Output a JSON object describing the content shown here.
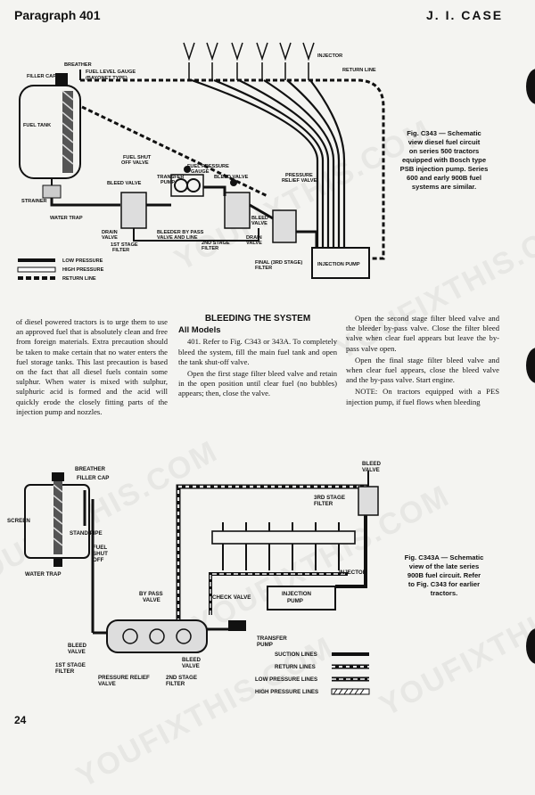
{
  "header": {
    "left": "Paragraph 401",
    "right": "J. I. CASE"
  },
  "page_number": "24",
  "watermark": "YOUFIXTHIS.COM",
  "fig1": {
    "labels": {
      "breather": "BREATHER",
      "filler_cap": "FILLER CAP",
      "fuel_level_gauge": "FUEL LEVEL GAUGE",
      "bayonet_type": "(BAYONET TYPE)",
      "fuel_tank": "FUEL TANK",
      "strainer": "STRAINER",
      "water_trap": "WATER TRAP",
      "fuel_shut_off": "FUEL SHUT",
      "fuel_shut_off2": "OFF VALVE",
      "bleed_valve": "BLEED VALVE",
      "transfer_pump": "TRANSFER",
      "transfer_pump2": "PUMP",
      "fuel_pressure_gauge": "FUEL PRESSURE",
      "fuel_pressure_gauge2": "GAUGE",
      "bleed_valve2": "BLEED VALVE",
      "pressure_relief": "PRESSURE",
      "pressure_relief2": "RELIEF VALVE",
      "injector": "INJECTOR",
      "return_line": "RETURN LINE",
      "drain_valve": "DRAIN",
      "drain_valve2": "VALVE",
      "bleeder_bypass": "BLEEDER BY PASS",
      "bleeder_bypass2": "VALVE AND LINE",
      "first_stage": "1ST STAGE",
      "first_stage2": "FILTER",
      "second_stage": "2ND STAGE",
      "second_stage2": "FILTER",
      "bleed_valve3": "BLEED",
      "bleed_valve3b": "VALVE",
      "drain_valve3": "DRAIN",
      "drain_valve3b": "VALVE",
      "final_filter": "FINAL (3RD STAGE)",
      "final_filter2": "FILTER",
      "injection_pump": "INJECTION PUMP"
    },
    "legend": [
      "LOW PRESSURE",
      "HIGH PRESSURE",
      "RETURN LINE"
    ],
    "caption": [
      "Fig. C343 — Schematic",
      "view diesel fuel circuit",
      "on series 500 tractors",
      "equipped with Bosch type",
      "PSB injection pump. Series",
      "600 and early 900B fuel",
      "systems are similar."
    ]
  },
  "text": {
    "col1": "of diesel powered tractors is to urge them to use an approved fuel that is absolutely clean and free from foreign materials. Extra precaution should be taken to make certain that no water enters the fuel storage tanks. This last precaution is based on the fact that all diesel fuels contain some sulphur. When water is mixed with sulphur, sulphuric acid is formed and the acid will quickly erode the closely fitting parts of the injection pump and nozzles.",
    "section_title": "BLEEDING THE SYSTEM",
    "subsection": "All Models",
    "col2_p1": "401. Refer to Fig. C343 or 343A. To completely bleed the system, fill the main fuel tank and open the tank shut-off valve.",
    "col2_p2": "Open the first stage filter bleed valve and retain in the open position until clear fuel (no bubbles) appears; then, close the valve.",
    "col3_p1": "Open the second stage filter bleed valve and the bleeder by-pass valve. Close the filter bleed valve when clear fuel appears but leave the by-pass valve open.",
    "col3_p2": "Open the final stage filter bleed valve and when clear fuel appears, close the bleed valve and the by-pass valve. Start engine.",
    "col3_p3": "NOTE: On tractors equipped with a PES injection pump, if fuel flows when bleeding"
  },
  "fig2": {
    "labels": {
      "breather": "BREATHER",
      "filler_cap": "FILLER CAP",
      "screen": "SCREEN",
      "stand_pipe": "STAND PIPE",
      "fuel_shut_off": "FUEL",
      "fuel_shut_off2": "SHUT",
      "fuel_shut_off3": "OFF",
      "water_trap": "WATER TRAP",
      "bleed_valve_top": "BLEED",
      "bleed_valve_top2": "VALVE",
      "third_stage": "3RD STAGE",
      "third_stage2": "FILTER",
      "injector": "INJECTOR",
      "injection_pump": "INJECTION",
      "injection_pump2": "PUMP",
      "check_valve": "CHECK VALVE",
      "bypass_valve": "BY PASS",
      "bypass_valve2": "VALVE",
      "transfer_pump": "TRANSFER",
      "transfer_pump2": "PUMP",
      "bleed_valve_l": "BLEED",
      "bleed_valve_l2": "VALVE",
      "first_stage": "1ST STAGE",
      "first_stage2": "FILTER",
      "bleed_valve_r": "BLEED",
      "bleed_valve_r2": "VALVE",
      "pressure_relief": "PRESSURE RELIEF",
      "pressure_relief2": "VALVE",
      "second_stage": "2ND STAGE",
      "second_stage2": "FILTER"
    },
    "legend": [
      "SUCTION LINES",
      "RETURN LINES",
      "LOW PRESSURE LINES",
      "HIGH PRESSURE LINES"
    ],
    "caption": [
      "Fig. C343A — Schematic",
      "view of the late series",
      "900B fuel circuit. Refer",
      "to Fig. C343 for earlier",
      "tractors."
    ]
  }
}
